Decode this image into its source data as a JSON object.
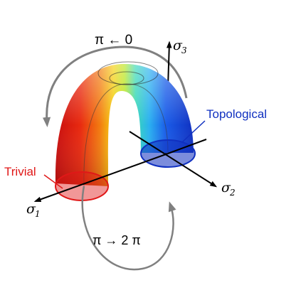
{
  "labels": {
    "top_arrow": "π ← 0",
    "bottom_arrow": "π → 2 π",
    "trivial": "Trivial",
    "topological": "Topological"
  },
  "axes": {
    "sigma1": {
      "symbol": "σ",
      "sub": "1"
    },
    "sigma2": {
      "symbol": "σ",
      "sub": "2"
    },
    "sigma3": {
      "symbol": "σ",
      "sub": "3"
    }
  },
  "colors": {
    "trivial": "#e01818",
    "topological": "#1030c0",
    "axis": "#000000",
    "path_arrow": "#808080"
  },
  "icons": {
    "torus": "rainbow-half-torus",
    "cycle_arrows": "grey-curved-arrows"
  }
}
